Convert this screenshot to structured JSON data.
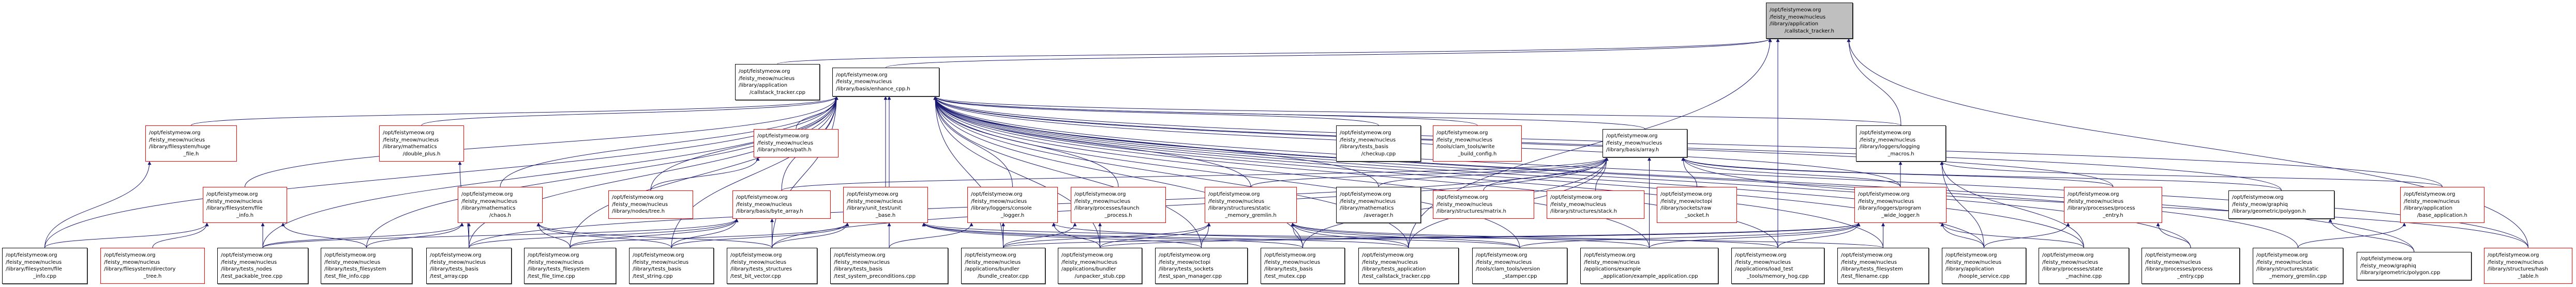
{
  "graph": {
    "title": "Include dependency graph (files that directly or indirectly include callstack_tracker.h)",
    "colors": {
      "edge": "#191970",
      "root_fill": "#bfbfbf",
      "truncated_border": "#ff0000",
      "normal_border": "#000000"
    },
    "nodes": [
      {
        "id": "root",
        "lines": [
          "/opt/feistymeow.org",
          "/feisty_meow/nucleus",
          "/library/application",
          "/callstack_tracker.h"
        ],
        "style": "root"
      },
      {
        "id": "cst_cpp",
        "lines": [
          "/opt/feistymeow.org",
          "/feisty_meow/nucleus",
          "/library/application",
          "/callstack_tracker.cpp"
        ],
        "style": "normal"
      },
      {
        "id": "enhance",
        "lines": [
          "/opt/feistymeow.org",
          "/feisty_meow/nucleus",
          "/library/basis/enhance_cpp.h"
        ],
        "style": "normal"
      },
      {
        "id": "huge_file",
        "lines": [
          "/opt/feistymeow.org",
          "/feisty_meow/nucleus",
          "/library/filesystem/huge",
          "_file.h"
        ],
        "style": "red"
      },
      {
        "id": "double_plus",
        "lines": [
          "/opt/feistymeow.org",
          "/feisty_meow/nucleus",
          "/library/mathematics",
          "/double_plus.h"
        ],
        "style": "red"
      },
      {
        "id": "path",
        "lines": [
          "/opt/feistymeow.org",
          "/feisty_meow/nucleus",
          "/library/nodes/path.h"
        ],
        "style": "red"
      },
      {
        "id": "checkup",
        "lines": [
          "/opt/feistymeow.org",
          "/feisty_meow/nucleus",
          "/library/tests_basis",
          "/checkup.cpp"
        ],
        "style": "normal"
      },
      {
        "id": "write_build",
        "lines": [
          "/opt/feistymeow.org",
          "/feisty_meow/nucleus",
          "/tools/clam_tools/write",
          "_build_config.h"
        ],
        "style": "red"
      },
      {
        "id": "array",
        "lines": [
          "/opt/feistymeow.org",
          "/feisty_meow/nucleus",
          "/library/basis/array.h"
        ],
        "style": "normal"
      },
      {
        "id": "logging_macros",
        "lines": [
          "/opt/feistymeow.org",
          "/feisty_meow/nucleus",
          "/library/loggers/logging",
          "_macros.h"
        ],
        "style": "normal"
      },
      {
        "id": "file_info_h",
        "lines": [
          "/opt/feistymeow.org",
          "/feisty_meow/nucleus",
          "/library/filesystem/file",
          "_info.h"
        ],
        "style": "red"
      },
      {
        "id": "chaos",
        "lines": [
          "/opt/feistymeow.org",
          "/feisty_meow/nucleus",
          "/library/mathematics",
          "/chaos.h"
        ],
        "style": "red"
      },
      {
        "id": "tree",
        "lines": [
          "/opt/feistymeow.org",
          "/feisty_meow/nucleus",
          "/library/nodes/tree.h"
        ],
        "style": "red"
      },
      {
        "id": "byte_array",
        "lines": [
          "/opt/feistymeow.org",
          "/feisty_meow/nucleus",
          "/library/basis/byte_array.h"
        ],
        "style": "red"
      },
      {
        "id": "unit_base",
        "lines": [
          "/opt/feistymeow.org",
          "/feisty_meow/nucleus",
          "/library/unit_test/unit",
          "_base.h"
        ],
        "style": "red"
      },
      {
        "id": "console_logger",
        "lines": [
          "/opt/feistymeow.org",
          "/feisty_meow/nucleus",
          "/library/loggers/console",
          "_logger.h"
        ],
        "style": "red"
      },
      {
        "id": "launch_process",
        "lines": [
          "/opt/feistymeow.org",
          "/feisty_meow/nucleus",
          "/library/processes/launch",
          "_process.h"
        ],
        "style": "red"
      },
      {
        "id": "smg_h",
        "lines": [
          "/opt/feistymeow.org",
          "/feisty_meow/nucleus",
          "/library/structures/static",
          "_memory_gremlin.h"
        ],
        "style": "red"
      },
      {
        "id": "averager",
        "lines": [
          "/opt/feistymeow.org",
          "/feisty_meow/nucleus",
          "/library/mathematics",
          "/averager.h"
        ],
        "style": "normal"
      },
      {
        "id": "matrix",
        "lines": [
          "/opt/feistymeow.org",
          "/feisty_meow/nucleus",
          "/library/structures/matrix.h"
        ],
        "style": "red"
      },
      {
        "id": "stack",
        "lines": [
          "/opt/feistymeow.org",
          "/feisty_meow/nucleus",
          "/library/structures/stack.h"
        ],
        "style": "red"
      },
      {
        "id": "raw_socket",
        "lines": [
          "/opt/feistymeow.org",
          "/feisty_meow/octopi",
          "/library/sockets/raw",
          "_socket.h"
        ],
        "style": "red"
      },
      {
        "id": "pwl",
        "lines": [
          "/opt/feistymeow.org",
          "/feisty_meow/nucleus",
          "/library/loggers/program",
          "_wide_logger.h"
        ],
        "style": "red"
      },
      {
        "id": "process_entry_h",
        "lines": [
          "/opt/feistymeow.org",
          "/feisty_meow/nucleus",
          "/library/processes/process",
          "_entry.h"
        ],
        "style": "red"
      },
      {
        "id": "polygon_h",
        "lines": [
          "/opt/feistymeow.org",
          "/feisty_meow/graphiq",
          "/library/geometric/polygon.h"
        ],
        "style": "normal"
      },
      {
        "id": "base_app",
        "lines": [
          "/opt/feistymeow.org",
          "/feisty_meow/nucleus",
          "/library/application",
          "/base_application.h"
        ],
        "style": "red"
      },
      {
        "id": "file_info_cpp",
        "lines": [
          "/opt/feistymeow.org",
          "/feisty_meow/nucleus",
          "/library/filesystem/file",
          "_info.cpp"
        ],
        "style": "normal"
      },
      {
        "id": "directory_tree",
        "lines": [
          "/opt/feistymeow.org",
          "/feisty_meow/nucleus",
          "/library/filesystem/directory",
          "_tree.h"
        ],
        "style": "red"
      },
      {
        "id": "test_packable_tree",
        "lines": [
          "/opt/feistymeow.org",
          "/feisty_meow/nucleus",
          "/library/tests_nodes",
          "/test_packable_tree.cpp"
        ],
        "style": "normal"
      },
      {
        "id": "test_file_info",
        "lines": [
          "/opt/feistymeow.org",
          "/feisty_meow/nucleus",
          "/library/tests_filesystem",
          "/test_file_info.cpp"
        ],
        "style": "normal"
      },
      {
        "id": "test_array",
        "lines": [
          "/opt/feistymeow.org",
          "/feisty_meow/nucleus",
          "/library/tests_basis",
          "/test_array.cpp"
        ],
        "style": "normal"
      },
      {
        "id": "test_file_time",
        "lines": [
          "/opt/feistymeow.org",
          "/feisty_meow/nucleus",
          "/library/tests_filesystem",
          "/test_file_time.cpp"
        ],
        "style": "normal"
      },
      {
        "id": "test_string",
        "lines": [
          "/opt/feistymeow.org",
          "/feisty_meow/nucleus",
          "/library/tests_basis",
          "/test_string.cpp"
        ],
        "style": "normal"
      },
      {
        "id": "test_bit_vector",
        "lines": [
          "/opt/feistymeow.org",
          "/feisty_meow/nucleus",
          "/library/tests_structures",
          "/test_bit_vector.cpp"
        ],
        "style": "normal"
      },
      {
        "id": "test_sys_pre",
        "lines": [
          "/opt/feistymeow.org",
          "/feisty_meow/nucleus",
          "/library/tests_basis",
          "/test_system_preconditions.cpp"
        ],
        "style": "normal"
      },
      {
        "id": "bundle_creator",
        "lines": [
          "/opt/feistymeow.org",
          "/feisty_meow/nucleus",
          "/applications/bundler",
          "/bundle_creator.cpp"
        ],
        "style": "normal"
      },
      {
        "id": "unpacker_stub",
        "lines": [
          "/opt/feistymeow.org",
          "/feisty_meow/nucleus",
          "/applications/bundler",
          "/unpacker_stub.cpp"
        ],
        "style": "normal"
      },
      {
        "id": "test_span_manager",
        "lines": [
          "/opt/feistymeow.org",
          "/feisty_meow/octopi",
          "/library/tests_sockets",
          "/test_span_manager.cpp"
        ],
        "style": "normal"
      },
      {
        "id": "test_mutex",
        "lines": [
          "/opt/feistymeow.org",
          "/feisty_meow/nucleus",
          "/library/tests_basis",
          "/test_mutex.cpp"
        ],
        "style": "normal"
      },
      {
        "id": "test_cst",
        "lines": [
          "/opt/feistymeow.org",
          "/feisty_meow/nucleus",
          "/library/tests_application",
          "/test_callstack_tracker.cpp"
        ],
        "style": "normal"
      },
      {
        "id": "version_stamper",
        "lines": [
          "/opt/feistymeow.org",
          "/feisty_meow/nucleus",
          "/tools/clam_tools/version",
          "_stamper.cpp"
        ],
        "style": "normal"
      },
      {
        "id": "example_app",
        "lines": [
          "/opt/feistymeow.org",
          "/feisty_meow/nucleus",
          "/applications/example",
          "_application/example_application.cpp"
        ],
        "style": "normal"
      },
      {
        "id": "memory_hog",
        "lines": [
          "/opt/feistymeow.org",
          "/feisty_meow/nucleus",
          "/applications/load_test",
          "_tools/memory_hog.cpp"
        ],
        "style": "normal"
      },
      {
        "id": "test_filename",
        "lines": [
          "/opt/feistymeow.org",
          "/feisty_meow/nucleus",
          "/library/tests_filesystem",
          "/test_filename.cpp"
        ],
        "style": "normal"
      },
      {
        "id": "hoople_service",
        "lines": [
          "/opt/feistymeow.org",
          "/feisty_meow/nucleus",
          "/library/application",
          "/hoople_service.cpp"
        ],
        "style": "normal"
      },
      {
        "id": "state_machine",
        "lines": [
          "/opt/feistymeow.org",
          "/feisty_meow/nucleus",
          "/library/processes/state",
          "_machine.cpp"
        ],
        "style": "normal"
      },
      {
        "id": "process_entry_cpp",
        "lines": [
          "/opt/feistymeow.org",
          "/feisty_meow/nucleus",
          "/library/processes/process",
          "_entry.cpp"
        ],
        "style": "normal"
      },
      {
        "id": "smg_cpp",
        "lines": [
          "/opt/feistymeow.org",
          "/feisty_meow/nucleus",
          "/library/structures/static",
          "_memory_gremlin.cpp"
        ],
        "style": "normal"
      },
      {
        "id": "polygon_cpp",
        "lines": [
          "/opt/feistymeow.org",
          "/feisty_meow/graphiq",
          "/library/geometric/polygon.cpp"
        ],
        "style": "normal"
      },
      {
        "id": "hash_table",
        "lines": [
          "/opt/feistymeow.org",
          "/feisty_meow/nucleus",
          "/library/structures/hash",
          "_table.h"
        ],
        "style": "red"
      }
    ],
    "edges": [
      [
        "cst_cpp",
        "root"
      ],
      [
        "enhance",
        "root"
      ],
      [
        "test_cst",
        "root"
      ],
      [
        "memory_hog",
        "root"
      ],
      [
        "logging_macros",
        "root"
      ],
      [
        "hash_table",
        "root"
      ],
      [
        "huge_file",
        "enhance"
      ],
      [
        "double_plus",
        "enhance"
      ],
      [
        "path",
        "enhance"
      ],
      [
        "checkup",
        "enhance"
      ],
      [
        "write_build",
        "enhance"
      ],
      [
        "array",
        "enhance"
      ],
      [
        "logging_macros",
        "enhance"
      ],
      [
        "file_info_h",
        "enhance"
      ],
      [
        "chaos",
        "enhance"
      ],
      [
        "tree",
        "enhance"
      ],
      [
        "byte_array",
        "enhance"
      ],
      [
        "unit_base",
        "enhance"
      ],
      [
        "console_logger",
        "enhance"
      ],
      [
        "launch_process",
        "enhance"
      ],
      [
        "smg_h",
        "enhance"
      ],
      [
        "averager",
        "enhance"
      ],
      [
        "base_app",
        "enhance"
      ],
      [
        "pwl",
        "enhance"
      ],
      [
        "process_entry_h",
        "enhance"
      ],
      [
        "polygon_h",
        "enhance"
      ],
      [
        "file_info_cpp",
        "enhance"
      ],
      [
        "test_packable_tree",
        "enhance"
      ],
      [
        "test_file_info",
        "enhance"
      ],
      [
        "test_array",
        "enhance"
      ],
      [
        "test_file_time",
        "enhance"
      ],
      [
        "test_string",
        "enhance"
      ],
      [
        "test_bit_vector",
        "enhance"
      ],
      [
        "test_sys_pre",
        "enhance"
      ],
      [
        "bundle_creator",
        "enhance"
      ],
      [
        "unpacker_stub",
        "enhance"
      ],
      [
        "test_span_manager",
        "enhance"
      ],
      [
        "test_mutex",
        "enhance"
      ],
      [
        "test_cst",
        "enhance"
      ],
      [
        "version_stamper",
        "enhance"
      ],
      [
        "example_app",
        "enhance"
      ],
      [
        "memory_hog",
        "enhance"
      ],
      [
        "test_filename",
        "enhance"
      ],
      [
        "hoople_service",
        "enhance"
      ],
      [
        "state_machine",
        "enhance"
      ],
      [
        "process_entry_cpp",
        "enhance"
      ],
      [
        "smg_cpp",
        "enhance"
      ],
      [
        "polygon_cpp",
        "enhance"
      ],
      [
        "hash_table",
        "enhance"
      ],
      [
        "file_info_cpp",
        "huge_file"
      ],
      [
        "test_array",
        "double_plus"
      ],
      [
        "tree",
        "path"
      ],
      [
        "matrix",
        "array"
      ],
      [
        "stack",
        "array"
      ],
      [
        "raw_socket",
        "array"
      ],
      [
        "byte_array",
        "array"
      ],
      [
        "averager",
        "array"
      ],
      [
        "smg_h",
        "array"
      ],
      [
        "pwl",
        "array"
      ],
      [
        "process_entry_h",
        "array"
      ],
      [
        "polygon_h",
        "array"
      ],
      [
        "hash_table",
        "array"
      ],
      [
        "test_array",
        "array"
      ],
      [
        "test_bit_vector",
        "array"
      ],
      [
        "test_mutex",
        "array"
      ],
      [
        "test_cst",
        "array"
      ],
      [
        "example_app",
        "array"
      ],
      [
        "pwl",
        "logging_macros"
      ],
      [
        "base_app",
        "logging_macros"
      ],
      [
        "hoople_service",
        "logging_macros"
      ],
      [
        "state_machine",
        "logging_macros"
      ],
      [
        "file_info_cpp",
        "file_info_h"
      ],
      [
        "directory_tree",
        "file_info_h"
      ],
      [
        "test_packable_tree",
        "file_info_h"
      ],
      [
        "test_file_info",
        "file_info_h"
      ],
      [
        "test_array",
        "chaos"
      ],
      [
        "test_file_time",
        "chaos"
      ],
      [
        "test_file_info",
        "chaos"
      ],
      [
        "test_string",
        "chaos"
      ],
      [
        "test_bit_vector",
        "chaos"
      ],
      [
        "test_packable_tree",
        "chaos"
      ],
      [
        "test_file_time",
        "byte_array"
      ],
      [
        "test_bit_vector",
        "byte_array"
      ],
      [
        "test_array",
        "byte_array"
      ],
      [
        "test_string",
        "byte_array"
      ],
      [
        "test_packable_tree",
        "byte_array"
      ],
      [
        "test_sys_pre",
        "unit_base"
      ],
      [
        "test_bit_vector",
        "unit_base"
      ],
      [
        "test_string",
        "unit_base"
      ],
      [
        "test_mutex",
        "unit_base"
      ],
      [
        "test_cst",
        "unit_base"
      ],
      [
        "test_span_manager",
        "unit_base"
      ],
      [
        "test_file_time",
        "unit_base"
      ],
      [
        "test_filename",
        "unit_base"
      ],
      [
        "bundle_creator",
        "console_logger"
      ],
      [
        "unpacker_stub",
        "console_logger"
      ],
      [
        "test_sys_pre",
        "console_logger"
      ],
      [
        "version_stamper",
        "console_logger"
      ],
      [
        "unpacker_stub",
        "launch_process"
      ],
      [
        "bundle_creator",
        "launch_process"
      ],
      [
        "test_span_manager",
        "smg_h"
      ],
      [
        "test_mutex",
        "smg_h"
      ],
      [
        "unpacker_stub",
        "smg_h"
      ],
      [
        "bundle_creator",
        "smg_h"
      ],
      [
        "version_stamper",
        "smg_h"
      ],
      [
        "example_app",
        "smg_h"
      ],
      [
        "memory_hog",
        "smg_h"
      ],
      [
        "test_cst",
        "smg_h"
      ],
      [
        "bundle_creator",
        "pwl"
      ],
      [
        "unpacker_stub",
        "pwl"
      ],
      [
        "test_filename",
        "pwl"
      ],
      [
        "hoople_service",
        "pwl"
      ],
      [
        "state_machine",
        "pwl"
      ],
      [
        "example_app",
        "pwl"
      ],
      [
        "memory_hog",
        "pwl"
      ],
      [
        "version_stamper",
        "pwl"
      ],
      [
        "hoople_service",
        "process_entry_h"
      ],
      [
        "process_entry_cpp",
        "process_entry_h"
      ],
      [
        "polygon_cpp",
        "polygon_h"
      ],
      [
        "smg_cpp",
        "base_app"
      ]
    ]
  }
}
